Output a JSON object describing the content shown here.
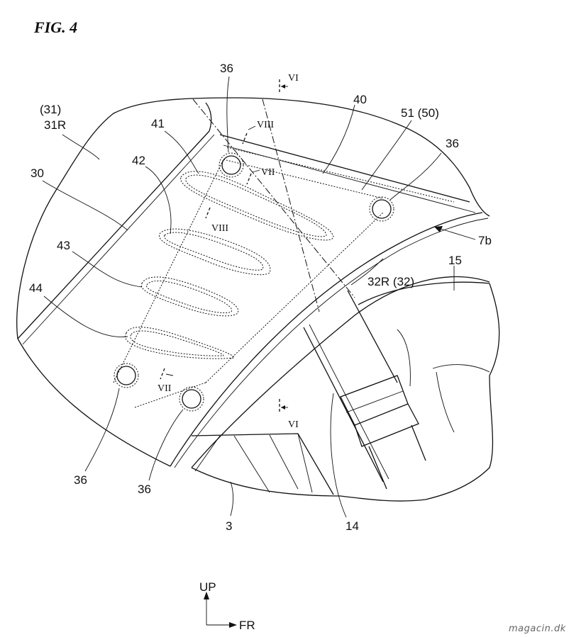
{
  "figure": {
    "title": "FIG. 4",
    "watermark": "magacin.dk"
  },
  "labels": {
    "l31": "(31)",
    "l31r": "31R",
    "l30": "30",
    "l41": "41",
    "l42": "42",
    "l43": "43",
    "l44": "44",
    "l36_top": "36",
    "l36_right": "36",
    "l36_bl": "36",
    "l36_bm": "36",
    "l40": "40",
    "l51": "51 (50)",
    "l7b": "7b",
    "l15": "15",
    "l32r": "32R (32)",
    "l3": "3",
    "l14": "14"
  },
  "sections": {
    "vi_top": "VI",
    "vi_bottom": "VI",
    "viii_top": "VIII",
    "viii_mid": "VIII",
    "vii_top": "VII",
    "vii_bottom": "VII"
  },
  "orientation": {
    "up": "UP",
    "fr": "FR"
  }
}
